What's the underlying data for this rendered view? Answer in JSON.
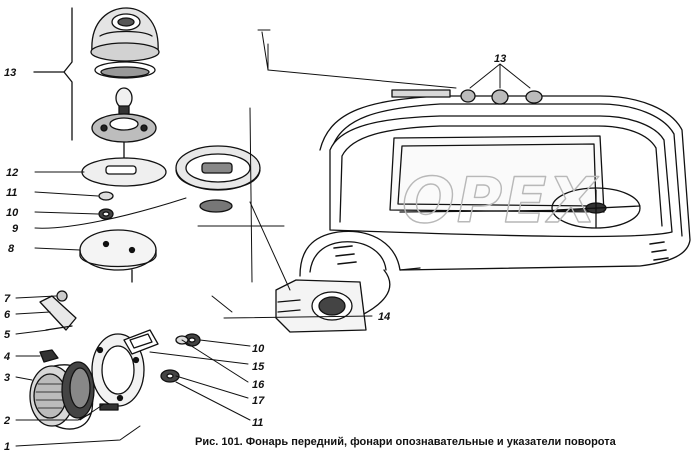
{
  "caption": "Рис. 101. Фонарь передний, фонари опознавательные и указатели поворота",
  "watermark": "OPEX",
  "callouts": [
    {
      "id": "13-left",
      "text": "13"
    },
    {
      "id": "12",
      "text": "12"
    },
    {
      "id": "11-left",
      "text": "11"
    },
    {
      "id": "10-left",
      "text": "10"
    },
    {
      "id": "9",
      "text": "9"
    },
    {
      "id": "8",
      "text": "8"
    },
    {
      "id": "7",
      "text": "7"
    },
    {
      "id": "6",
      "text": "6"
    },
    {
      "id": "5",
      "text": "5"
    },
    {
      "id": "4",
      "text": "4"
    },
    {
      "id": "3",
      "text": "3"
    },
    {
      "id": "2",
      "text": "2"
    },
    {
      "id": "1",
      "text": "1"
    },
    {
      "id": "13-top",
      "text": "13"
    },
    {
      "id": "14",
      "text": "14"
    },
    {
      "id": "10-right",
      "text": "10"
    },
    {
      "id": "15",
      "text": "15"
    },
    {
      "id": "16",
      "text": "16"
    },
    {
      "id": "17",
      "text": "17"
    },
    {
      "id": "11-right",
      "text": "11"
    }
  ]
}
